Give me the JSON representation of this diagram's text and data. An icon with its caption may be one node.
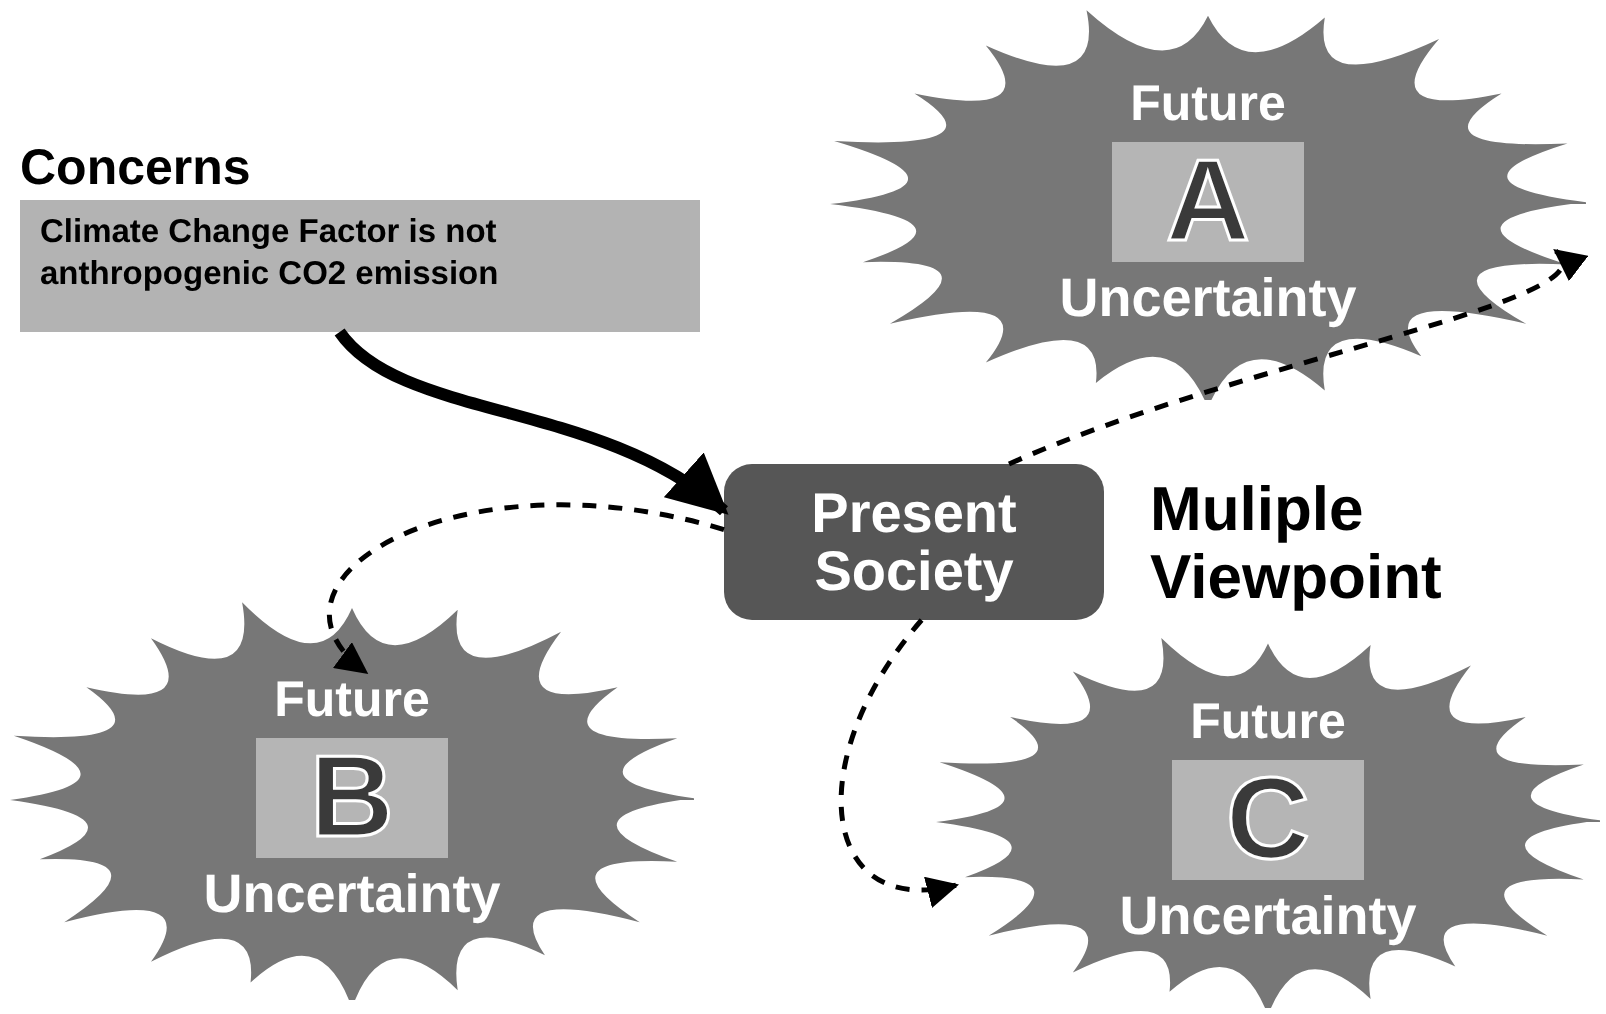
{
  "diagram": {
    "nodes": [
      {
        "text": [
          "Concerns",
          "Climate Change Factor is not anthropogenic CO2 emission"
        ]
      },
      {
        "text": [
          "Present Society"
        ]
      },
      {
        "text": [
          "Future",
          "A",
          "Uncertainty"
        ]
      },
      {
        "text": [
          "Future",
          "B",
          "Uncertainty"
        ]
      },
      {
        "text": [
          "Future",
          "C",
          "Uncertainty"
        ]
      }
    ],
    "edges": [
      {
        "from": 0,
        "to": 1,
        "arrow": "to",
        "style": "thick"
      },
      {
        "from": 1,
        "to": 2,
        "arrow": "to",
        "style": "dashed"
      },
      {
        "from": 1,
        "to": 3,
        "arrow": "to",
        "style": "dashed"
      },
      {
        "from": 1,
        "to": 4,
        "arrow": "to",
        "style": "dashed"
      }
    ],
    "labels": [
      "Muliple Viewpoint"
    ]
  }
}
